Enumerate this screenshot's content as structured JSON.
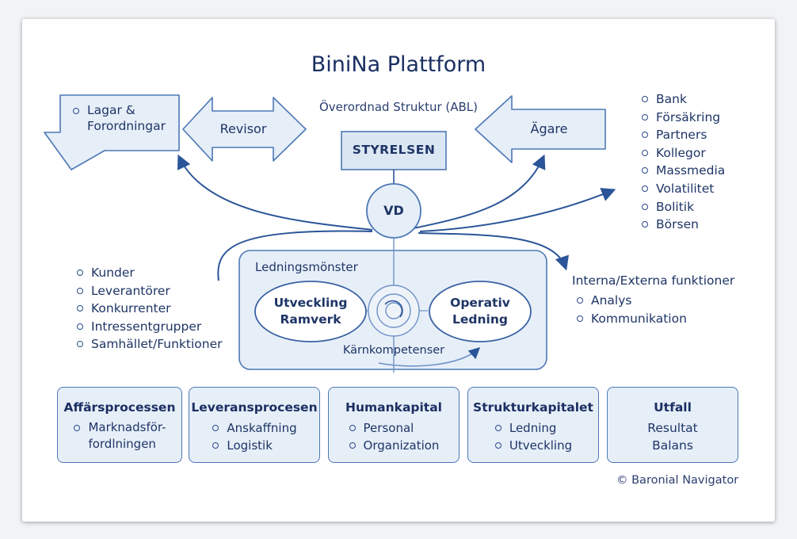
{
  "title": "BiniNa Plattform",
  "subtitle": "Överordnad Struktur (ABL)",
  "left_arrow": {
    "items": [
      "Lagar & Forordningar"
    ]
  },
  "revisor": "Revisor",
  "agare": "Ägare",
  "styrelsen": "STYRELSEN",
  "vd": "VD",
  "right_list": [
    "Bank",
    "Försäkring",
    "Partners",
    "Kollegor",
    "Massmedia",
    "Volatilitet",
    "Bolitik",
    "Börsen"
  ],
  "left_list": [
    "Kunder",
    "Leverantörer",
    "Konkurrenter",
    "Intressentgrupper",
    "Samhället/Funktioner"
  ],
  "internal": {
    "title": "Interna/Externa funktioner",
    "items": [
      "Analys",
      "Kommunikation"
    ]
  },
  "management": {
    "title": "Ledningsmönster",
    "left_oval": [
      "Utveckling",
      "Ramverk"
    ],
    "right_oval": [
      "Operativ",
      "Ledning"
    ],
    "core": "Kärnkompetenser"
  },
  "boxes": [
    {
      "title": "Affärsprocessen",
      "items": [
        "Marknadsför-",
        "fordlningen"
      ]
    },
    {
      "title": "Leveransprocesen",
      "items": [
        "Anskaffning",
        "Logistik"
      ]
    },
    {
      "title": "Humankapital",
      "items": [
        "Personal",
        "Organization"
      ]
    },
    {
      "title": "Strukturkapitalet",
      "items": [
        "Ledning",
        "Utveckling"
      ]
    },
    {
      "title": "Utfall",
      "plain": [
        "Resultat",
        "Balans"
      ]
    }
  ],
  "copyright": "© Baronial Navigator",
  "colors": {
    "line": "#2b5598",
    "fill": "#e6eef8",
    "text": "#1e3566"
  }
}
